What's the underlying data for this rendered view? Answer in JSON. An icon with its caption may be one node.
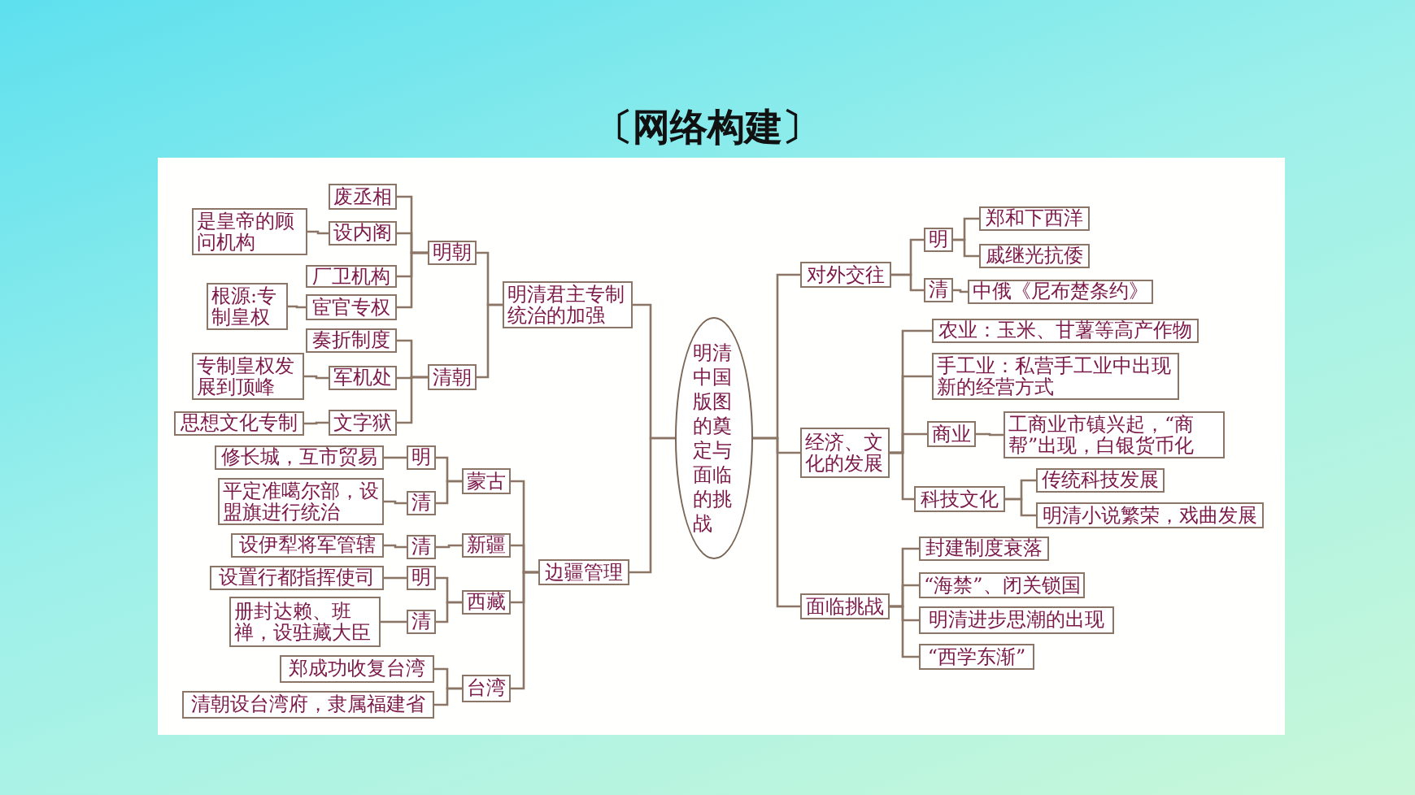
{
  "diagram": {
    "title": "〔网络构建〕",
    "nodes": [
      {
        "text": [
          "明清中国版图的奠定与面临的挑战"
        ]
      },
      {
        "text": [
          "明清君主专制统治的加强"
        ]
      },
      {
        "text": [
          "明朝"
        ]
      },
      {
        "text": [
          "废丞相"
        ]
      },
      {
        "text": [
          "设内阁"
        ]
      },
      {
        "text": [
          "是皇帝的顾问机构"
        ]
      },
      {
        "text": [
          "厂卫机构"
        ]
      },
      {
        "text": [
          "宦官专权"
        ]
      },
      {
        "text": [
          "根源:专制皇权"
        ]
      },
      {
        "text": [
          "清朝"
        ]
      },
      {
        "text": [
          "奏折制度"
        ]
      },
      {
        "text": [
          "军机处"
        ]
      },
      {
        "text": [
          "专制皇权发展到顶峰"
        ]
      },
      {
        "text": [
          "文字狱"
        ]
      },
      {
        "text": [
          "思想文化专制"
        ]
      },
      {
        "text": [
          "边疆管理"
        ]
      },
      {
        "text": [
          "蒙古"
        ]
      },
      {
        "text": [
          "明"
        ]
      },
      {
        "text": [
          "修长城，互市贸易"
        ]
      },
      {
        "text": [
          "清"
        ]
      },
      {
        "text": [
          "平定准噶尔部，设盟旗进行统治"
        ]
      },
      {
        "text": [
          "新疆"
        ]
      },
      {
        "text": [
          "清"
        ]
      },
      {
        "text": [
          "设伊犁将军管辖"
        ]
      },
      {
        "text": [
          "西藏"
        ]
      },
      {
        "text": [
          "明"
        ]
      },
      {
        "text": [
          "设置行都指挥使司"
        ]
      },
      {
        "text": [
          "清"
        ]
      },
      {
        "text": [
          "册封达赖、班禅，设驻藏大臣"
        ]
      },
      {
        "text": [
          "台湾"
        ]
      },
      {
        "text": [
          "郑成功收复台湾"
        ]
      },
      {
        "text": [
          "清朝设台湾府，隶属福建省"
        ]
      },
      {
        "text": [
          "对外交往"
        ]
      },
      {
        "text": [
          "明"
        ]
      },
      {
        "text": [
          "郑和下西洋"
        ]
      },
      {
        "text": [
          "戚继光抗倭"
        ]
      },
      {
        "text": [
          "清"
        ]
      },
      {
        "text": [
          "中俄《尼布楚条约》"
        ]
      },
      {
        "text": [
          "经济、文化的发展"
        ]
      },
      {
        "text": [
          "农业：玉米、甘薯等高产作物"
        ]
      },
      {
        "text": [
          "手工业：私营手工业中出现新的经营方式"
        ]
      },
      {
        "text": [
          "商业"
        ]
      },
      {
        "text": [
          "工商业市镇兴起，“商帮”出现，白银货币化"
        ]
      },
      {
        "text": [
          "科技文化"
        ]
      },
      {
        "text": [
          "传统科技发展"
        ]
      },
      {
        "text": [
          "明清小说繁荣，戏曲发展"
        ]
      },
      {
        "text": [
          "面临挑战"
        ]
      },
      {
        "text": [
          "封建制度衰落"
        ]
      },
      {
        "text": [
          "“海禁”、闭关锁国"
        ]
      },
      {
        "text": [
          "明清进步思潮的出现"
        ]
      },
      {
        "text": [
          "“西学东渐”"
        ]
      }
    ],
    "edges": [
      {
        "from": 0,
        "to": 1,
        "arrow": "none"
      },
      {
        "from": 0,
        "to": 15,
        "arrow": "none"
      },
      {
        "from": 1,
        "to": 2,
        "arrow": "none"
      },
      {
        "from": 1,
        "to": 9,
        "arrow": "none"
      },
      {
        "from": 2,
        "to": 3,
        "arrow": "none"
      },
      {
        "from": 2,
        "to": 4,
        "arrow": "none"
      },
      {
        "from": 2,
        "to": 6,
        "arrow": "none"
      },
      {
        "from": 2,
        "to": 7,
        "arrow": "none"
      },
      {
        "from": 4,
        "to": 5,
        "arrow": "none"
      },
      {
        "from": 7,
        "to": 8,
        "arrow": "none"
      },
      {
        "from": 9,
        "to": 10,
        "arrow": "none"
      },
      {
        "from": 9,
        "to": 11,
        "arrow": "none"
      },
      {
        "from": 9,
        "to": 13,
        "arrow": "none"
      },
      {
        "from": 11,
        "to": 12,
        "arrow": "none"
      },
      {
        "from": 13,
        "to": 14,
        "arrow": "none"
      },
      {
        "from": 15,
        "to": 16,
        "arrow": "none"
      },
      {
        "from": 15,
        "to": 21,
        "arrow": "none"
      },
      {
        "from": 15,
        "to": 24,
        "arrow": "none"
      },
      {
        "from": 15,
        "to": 29,
        "arrow": "none"
      },
      {
        "from": 16,
        "to": 17,
        "arrow": "none"
      },
      {
        "from": 16,
        "to": 19,
        "arrow": "none"
      },
      {
        "from": 17,
        "to": 18,
        "arrow": "none"
      },
      {
        "from": 19,
        "to": 20,
        "arrow": "none"
      },
      {
        "from": 21,
        "to": 22,
        "arrow": "none"
      },
      {
        "from": 22,
        "to": 23,
        "arrow": "none"
      },
      {
        "from": 24,
        "to": 25,
        "arrow": "none"
      },
      {
        "from": 24,
        "to": 27,
        "arrow": "none"
      },
      {
        "from": 25,
        "to": 26,
        "arrow": "none"
      },
      {
        "from": 27,
        "to": 28,
        "arrow": "none"
      },
      {
        "from": 29,
        "to": 30,
        "arrow": "none"
      },
      {
        "from": 29,
        "to": 31,
        "arrow": "none"
      },
      {
        "from": 0,
        "to": 32,
        "arrow": "none"
      },
      {
        "from": 0,
        "to": 38,
        "arrow": "none"
      },
      {
        "from": 0,
        "to": 46,
        "arrow": "none"
      },
      {
        "from": 32,
        "to": 33,
        "arrow": "none"
      },
      {
        "from": 32,
        "to": 36,
        "arrow": "none"
      },
      {
        "from": 33,
        "to": 34,
        "arrow": "none"
      },
      {
        "from": 33,
        "to": 35,
        "arrow": "none"
      },
      {
        "from": 36,
        "to": 37,
        "arrow": "none"
      },
      {
        "from": 38,
        "to": 39,
        "arrow": "none"
      },
      {
        "from": 38,
        "to": 40,
        "arrow": "none"
      },
      {
        "from": 38,
        "to": 41,
        "arrow": "none"
      },
      {
        "from": 38,
        "to": 43,
        "arrow": "none"
      },
      {
        "from": 41,
        "to": 42,
        "arrow": "none"
      },
      {
        "from": 43,
        "to": 44,
        "arrow": "none"
      },
      {
        "from": 43,
        "to": 45,
        "arrow": "none"
      },
      {
        "from": 46,
        "to": 47,
        "arrow": "none"
      },
      {
        "from": 46,
        "to": 48,
        "arrow": "none"
      },
      {
        "from": 46,
        "to": 49,
        "arrow": "none"
      },
      {
        "from": 46,
        "to": 50,
        "arrow": "none"
      }
    ]
  }
}
